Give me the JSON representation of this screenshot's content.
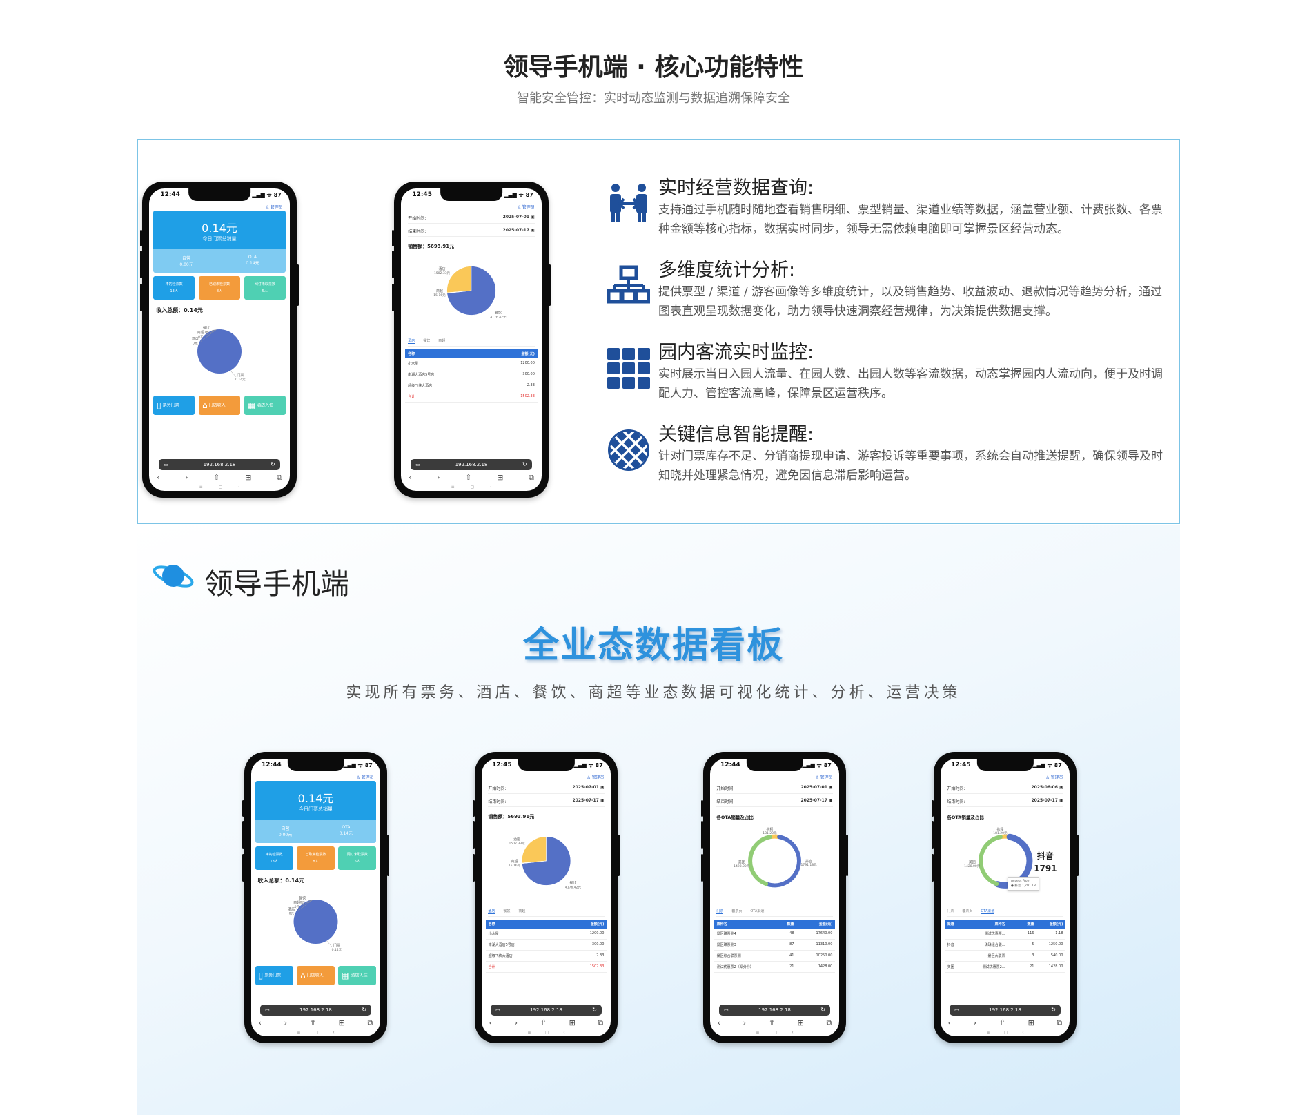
{
  "header": {
    "title": "领导手机端 · 核心功能特性",
    "subtitle": "智能安全管控：实时动态监测与数据追溯保障安全"
  },
  "features": [
    {
      "icon": "people-exchange-icon",
      "title": "实时经营数据查询:",
      "desc": "支持通过手机随时随地查看销售明细、票型销量、渠道业绩等数据，涵盖营业额、计费张数、各票种金额等核心指标，数据实时同步，领导无需依赖电脑即可掌握景区经营动态。"
    },
    {
      "icon": "network-hierarchy-icon",
      "title": "多维度统计分析:",
      "desc": "提供票型 / 渠道 / 游客画像等多维度统计，以及销售趋势、收益波动、退款情况等趋势分析，通过图表直观呈现数据变化，助力领导快速洞察经营规律，为决策提供数据支撑。"
    },
    {
      "icon": "grid-blocks-icon",
      "title": "园内客流实时监控:",
      "desc": "实时展示当日入园人流量、在园人数、出园人数等客流数据，动态掌握园内人流动向，便于及时调配人力、管控客流高峰，保障景区运营秩序。"
    },
    {
      "icon": "lattice-circle-icon",
      "title": "关键信息智能提醒:",
      "desc": "针对门票库存不足、分销商提现申请、游客投诉等重要事项，系统会自动推送提醒，确保领导及时知晓并处理紧急情况，避免因信息滞后影响运营。"
    }
  ],
  "section": {
    "title": "领导手机端",
    "big_title": "全业态数据看板",
    "big_subtitle": "实现所有票务、酒店、餐饮、商超等业态数据可视化统计、分析、运营决策"
  },
  "phone_common": {
    "url": "192.168.2.18",
    "account": "管理员",
    "status": "▂▄▆ ᯤ 87",
    "nav": [
      "‹",
      "›",
      "⇧",
      "⊞",
      "⧉"
    ],
    "home": [
      "≡",
      "▢",
      "‹"
    ]
  },
  "dashboard": {
    "time": "12:44",
    "amount": "0.14元",
    "amount_label": "今日门票总销量",
    "stats": [
      {
        "label": "自营",
        "value": "0.00元"
      },
      {
        "label": "OTA",
        "value": "0.14元"
      }
    ],
    "tiles": [
      {
        "label": "棒的检票数",
        "value": "13人"
      },
      {
        "label": "已取未检票数",
        "value": "8人"
      },
      {
        "label": "网订未取票数",
        "value": "5人"
      }
    ],
    "income": "收入总额：0.14元",
    "pie_labels": [
      "餐饮",
      "商超",
      "酒店",
      "门票"
    ],
    "pie_values": [
      "0元",
      "0元",
      "0元",
      "0.14元"
    ],
    "quick": [
      "票务门票",
      "门店收入",
      "酒店入住"
    ]
  },
  "sales_view": {
    "time": "12:45",
    "start_label": "开始时间:",
    "start": "2025-07-01",
    "end_label": "结束时间:",
    "end": "2025-07-17",
    "total": "销售额：5693.91元",
    "tabs": [
      "酒店",
      "餐饮",
      "商超"
    ],
    "table_head": [
      "名称",
      "金额(元)"
    ],
    "rows": [
      [
        "小木屋",
        "1200.00"
      ],
      [
        "南湖大酒店5号店",
        "300.00"
      ],
      [
        "超级飞侠大酒店",
        "2.33"
      ]
    ],
    "total_row": [
      "合计",
      "1502.33"
    ]
  },
  "ota_view": {
    "time": "12:44",
    "start": "2025-07-01",
    "end": "2025-07-17",
    "title": "各OTA销量及占比",
    "tabs": [
      "门票",
      "套票页",
      "OTA渠道"
    ],
    "table_head": [
      "票种名",
      "数量",
      "金额(元)"
    ],
    "rows": [
      [
        "景区联票测4",
        "48",
        "17640.00"
      ],
      [
        "景区联票测3",
        "87",
        "11310.00"
      ],
      [
        "景区综合联票测",
        "41",
        "10250.00"
      ],
      [
        "测试优惠票2（渠分⑪）",
        "21",
        "1428.00"
      ]
    ]
  },
  "douyin_view": {
    "time": "12:45",
    "start": "2025-06-06",
    "end": "2025-07-17",
    "title": "各OTA销量及占比",
    "center_name": "抖音",
    "center_value": "1791",
    "tooltip_title": "Access From",
    "tooltip_row": "● 抖音    1,791.18",
    "tabs": [
      "门票",
      "套票页",
      "OTA渠道"
    ],
    "table_head": [
      "渠道",
      "票种名",
      "数量",
      "金额(元)"
    ],
    "rows": [
      [
        "",
        "测试优惠票...",
        "116",
        "1.18"
      ],
      [
        "抖音",
        "珠珠组合联...",
        "5",
        "1250.00"
      ],
      [
        "",
        "景区大联票",
        "3",
        "540.00"
      ],
      [
        "美团",
        "测试优惠票2...",
        "21",
        "1428.00"
      ]
    ]
  },
  "chart_data": [
    {
      "type": "pie",
      "title": "收入总额：0.14元",
      "categories": [
        "餐饮",
        "商超",
        "酒店",
        "门票"
      ],
      "values": [
        0,
        0,
        0,
        0.14
      ]
    },
    {
      "type": "pie",
      "title": "销售额：5693.91元",
      "categories": [
        "酒店",
        "商超",
        "餐饮"
      ],
      "values": [
        1502.33,
        15.16,
        4176.42
      ],
      "labels": [
        "1502.33元",
        "15.16元",
        "4176.42元"
      ]
    },
    {
      "type": "pie",
      "title": "各OTA销量及占比",
      "categories": [
        "携程",
        "美团",
        "抖音"
      ],
      "values": [
        181.2,
        1428,
        1791.18
      ],
      "labels": [
        "181.20元",
        "1428.00元",
        "1791.18元"
      ]
    },
    {
      "type": "pie",
      "title": "各OTA销量及占比",
      "categories": [
        "携程",
        "美团",
        "抖音"
      ],
      "values": [
        181.2,
        1428,
        1791.18
      ],
      "labels": [
        "181.20元",
        "1428.00元"
      ]
    }
  ],
  "colors": {
    "accent": "#2e92dd",
    "blue": "#5470c6",
    "yellow": "#fac858",
    "green": "#91cc75",
    "border": "#7cc4e6"
  }
}
